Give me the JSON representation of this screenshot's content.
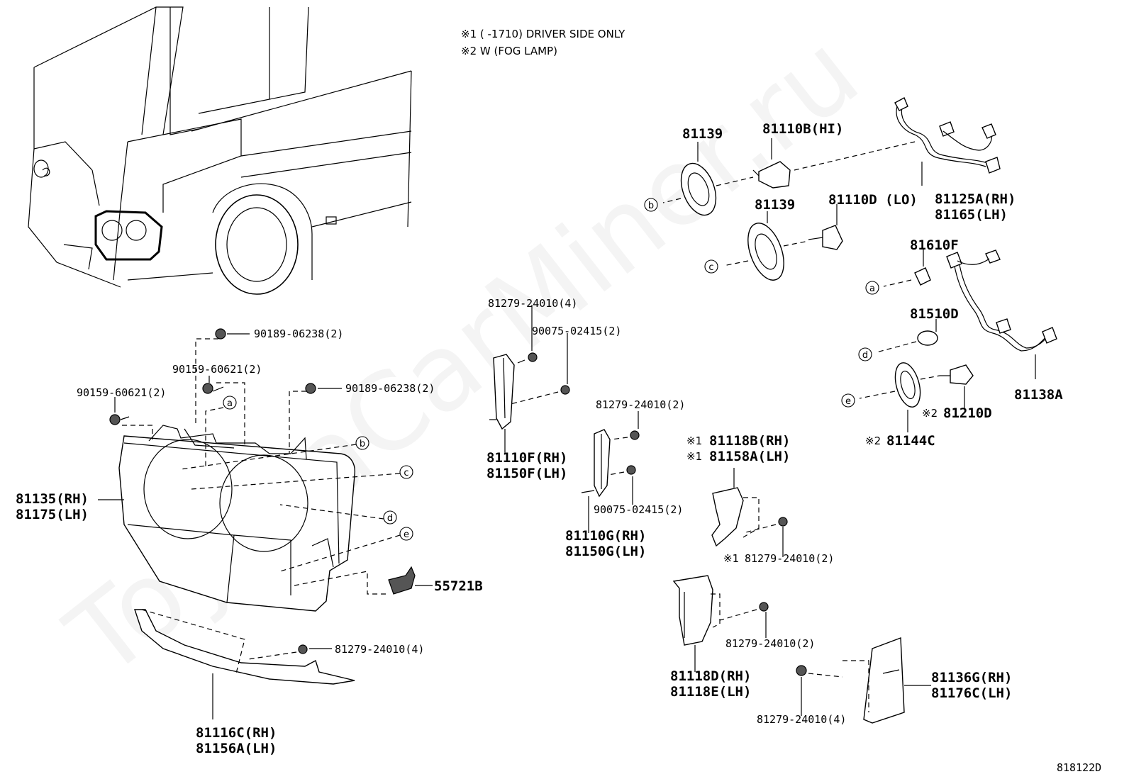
{
  "notes": {
    "note1": "※1 (      -1710) DRIVER SIDE ONLY",
    "note2": "※2 W (FOG LAMP)"
  },
  "watermark": "ToyotaCarMiner.ru",
  "diagram_id": "818122D",
  "ref_marks": {
    "a": "a",
    "b": "b",
    "c": "c",
    "d": "d",
    "e": "e",
    "m1": "※1",
    "m2": "※2"
  },
  "labels": {
    "p81139_top": "81139",
    "p81110B": "81110B(HI)",
    "p81139_mid": "81139",
    "p81110D": "81110D (LO)",
    "p81125A": "81125A(RH)",
    "p81165": "81165(LH)",
    "p81610F": "81610F",
    "p81510D": "81510D",
    "p81138A": "81138A",
    "p81210D": "81210D",
    "p81144C": "81144C",
    "p81279_4_top": "81279-24010(4)",
    "p90075_top": "90075-02415(2)",
    "p81110F": "81110F(RH)",
    "p81150F": "81150F(LH)",
    "p81279_2_mid": "81279-24010(2)",
    "p90075_mid": "90075-02415(2)",
    "p81110G": "81110G(RH)",
    "p81150G": "81150G(LH)",
    "p81118B": "81118B(RH)",
    "p81158A": "81158A(LH)",
    "p81279_2_m1": "81279-24010(2)",
    "p81279_2_low": "81279-24010(2)",
    "p81118D": "81118D(RH)",
    "p81118E": "81118E(LH)",
    "p81279_4_low": "81279-24010(4)",
    "p81136G": "81136G(RH)",
    "p81176C": "81176C(LH)",
    "p90189_a": "90189-06238(2)",
    "p90159_a": "90159-60621(2)",
    "p90159_b": "90159-60621(2)",
    "p90189_b": "90189-06238(2)",
    "p81135": "81135(RH)",
    "p81175": "81175(LH)",
    "p55721B": "55721B",
    "p81279_4_left": "81279-24010(4)",
    "p81116C": "81116C(RH)",
    "p81156A": "81156A(LH)"
  }
}
